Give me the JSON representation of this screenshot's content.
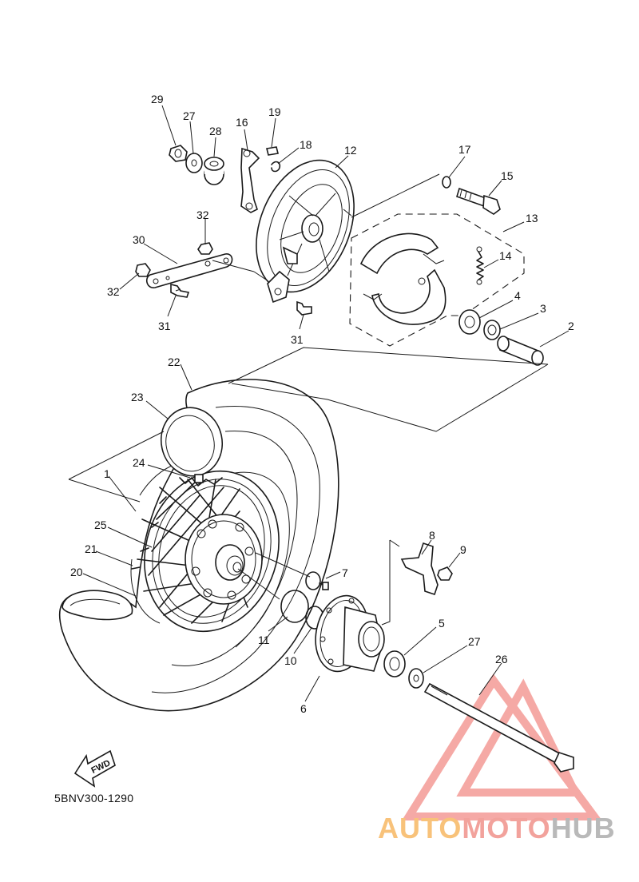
{
  "diagram": {
    "part_code": "5BNV300-1290",
    "direction_label": "FWD",
    "callouts": [
      "1",
      "2",
      "3",
      "4",
      "5",
      "6",
      "7",
      "8",
      "9",
      "10",
      "11",
      "12",
      "13",
      "14",
      "15",
      "16",
      "17",
      "18",
      "19",
      "20",
      "21",
      "22",
      "23",
      "24",
      "25",
      "26",
      "27",
      "28",
      "29",
      "30",
      "31",
      "32"
    ]
  },
  "watermark": {
    "part1": "AUTO",
    "part2": "MOTO",
    "part3": "HUB",
    "colors": {
      "auto": "#f8c27a",
      "moto": "#f2a29c",
      "hub": "#b9b9b9",
      "logo": "#f4a09c"
    }
  }
}
